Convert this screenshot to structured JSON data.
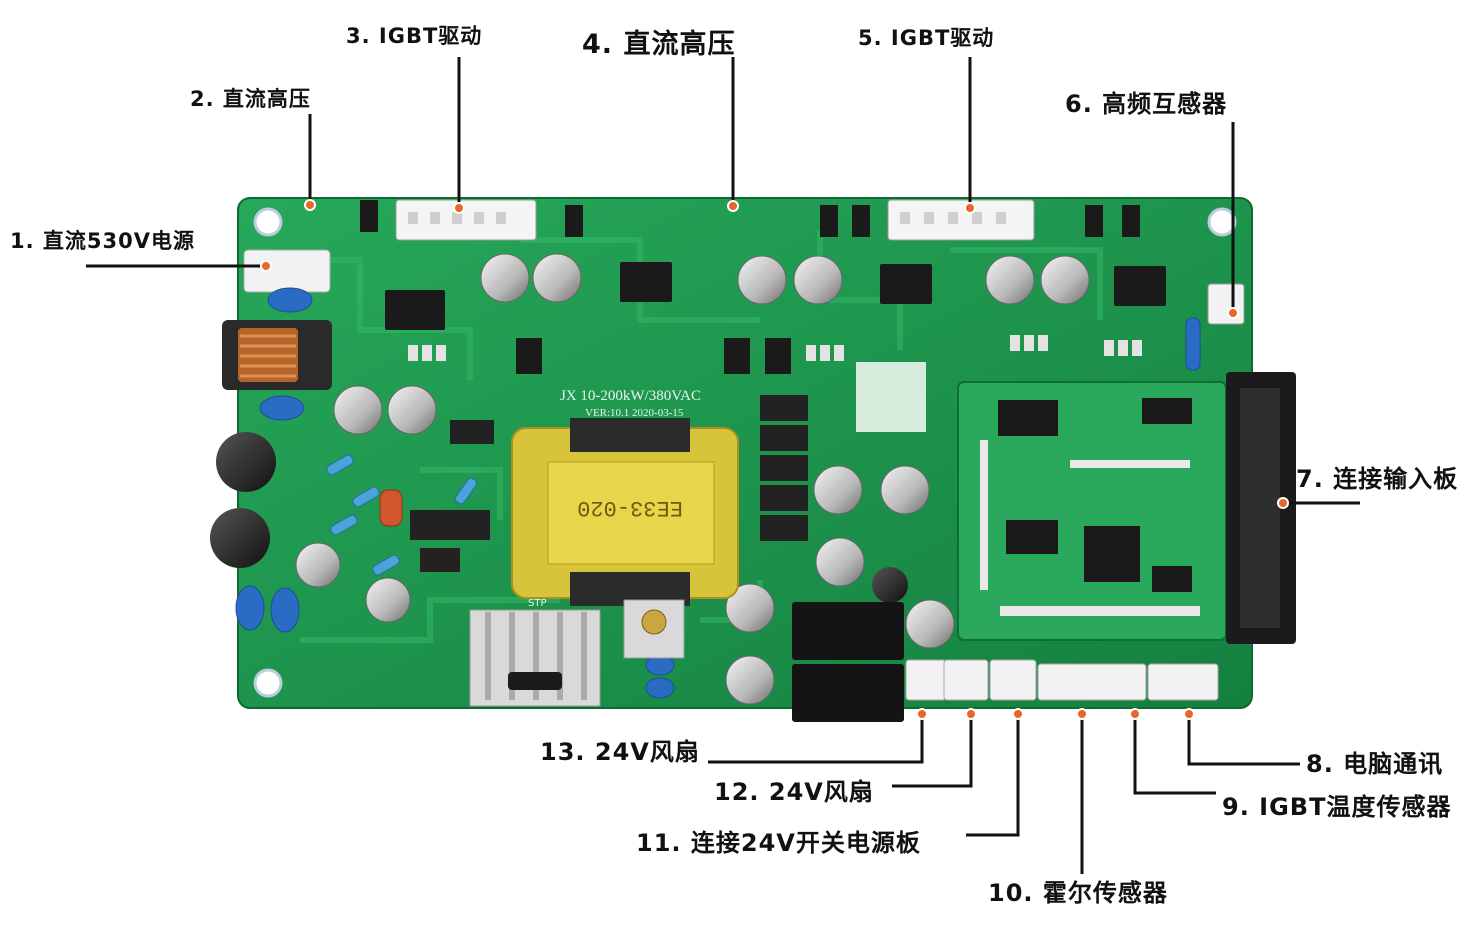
{
  "labels": {
    "l1": "1. 直流530V电源",
    "l2": "2. 直流高压",
    "l3": "3. IGBT驱动",
    "l4": "4. 直流高压",
    "l5": "5. IGBT驱动",
    "l6": "6. 高频互感器",
    "l7": "7. 连接输入板",
    "l8": "8. 电脑通讯",
    "l9": "9. IGBT温度传感器",
    "l10": "10. 霍尔传感器",
    "l11": "11. 连接24V开关电源板",
    "l12": "12. 24V风扇",
    "l13": "13. 24V风扇"
  },
  "board_print": {
    "model": "JX 10-200kW/380VAC",
    "version": "VER:10.1  2020-03-15",
    "transformer": "EE33-020",
    "heatsink_part": "STP"
  },
  "colors": {
    "pcb": "#1f9a4e",
    "pcb_dark": "#137a3a",
    "marker": "#e8662a",
    "leader": "#111111"
  }
}
